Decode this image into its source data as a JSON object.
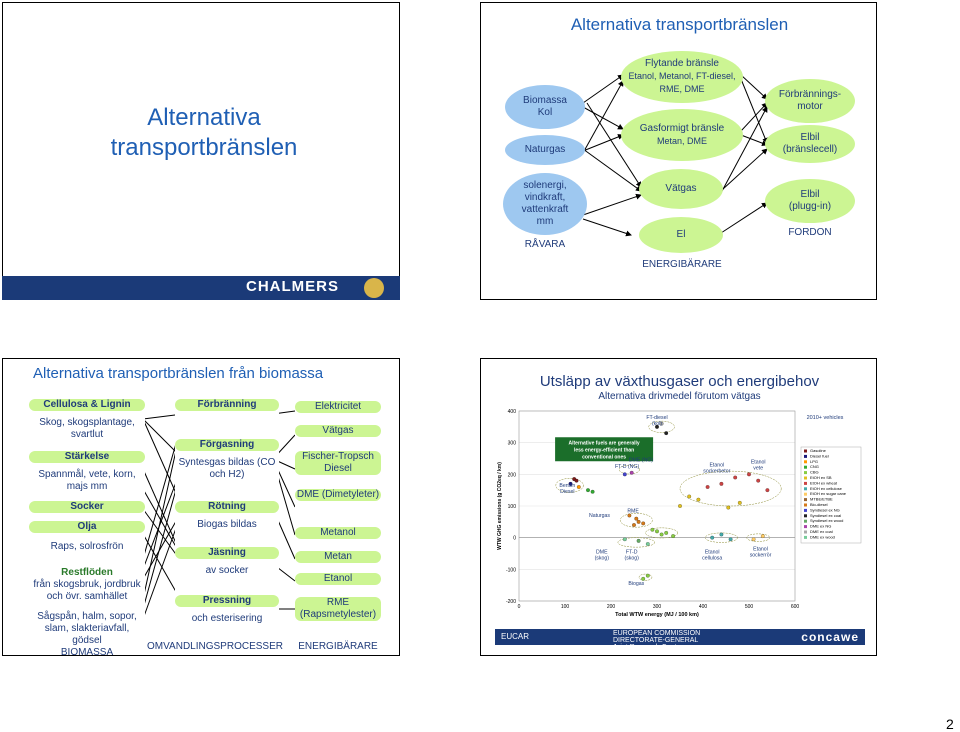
{
  "page_number": "2",
  "slide1": {
    "title": "Alternativa transportbränslen"
  },
  "slide2": {
    "title": "Alternativa transportbränslen",
    "raw": {
      "biomass": "Biomassa\nKol",
      "naturgas": "Naturgas",
      "solar": "solenergi,\nvindkraft,\nvattenkraft\nmm",
      "label": "RÅVARA"
    },
    "carriers": {
      "liquid_title": "Flytande bränsle",
      "liquid_items": "Etanol, Metanol, FT-diesel, RME, DME",
      "gas_title": "Gasformigt bränsle",
      "gas_items": "Metan, DME",
      "vatgas": "Vätgas",
      "el": "El",
      "label": "ENERGIBÄRARE"
    },
    "vehicles": {
      "engine": "Förbrännings-\nmotor",
      "fuelcell": "Elbil\n(bränslecell)",
      "plugin": "Elbil\n(plugg-in)",
      "label": "FORDON"
    },
    "logo_text": "CHALMERS",
    "colors": {
      "green": "#ccf593",
      "blue": "#9ec8f0",
      "title": "#1f5fb4",
      "navy": "#1b3a78"
    }
  },
  "slide3": {
    "title": "Alternativa transportbränslen från biomassa",
    "left": [
      {
        "t": "Cellulosa & Lignin",
        "bold": true
      },
      {
        "t": "Skog, skogsplantage, svartlut",
        "bold": false
      },
      {
        "t": "Stärkelse",
        "bold": true
      },
      {
        "t": "Spannmål, vete, korn, majs mm",
        "bold": false
      },
      {
        "t": "Socker",
        "bold": true
      },
      {
        "t": "Olja",
        "bold": true
      },
      {
        "t": "Raps, solrosfrön",
        "bold": false
      },
      {
        "t": "Restflöden",
        "bold": true
      },
      {
        "t": "från skogsbruk, jordbruk och övr. samhället",
        "bold": false
      },
      {
        "t": "Sågspån, halm, sopor, slam, slakteriavfall, gödsel",
        "bold": false
      }
    ],
    "left_label": "BIOMASSA",
    "middle": [
      {
        "t": "Förbränning",
        "bold": true
      },
      {
        "t": "Förgasning",
        "bold": true
      },
      {
        "t": "Syntesgas bildas (CO och H2)",
        "bold": false
      },
      {
        "t": "Rötning",
        "bold": true
      },
      {
        "t": "Biogas bildas",
        "bold": false
      },
      {
        "t": "Jäsning",
        "bold": true
      },
      {
        "t": "av socker",
        "bold": false
      },
      {
        "t": "Pressning",
        "bold": true
      },
      {
        "t": "och esterisering",
        "bold": false
      }
    ],
    "middle_label": "OMVANDLINGSPROCESSER",
    "right": [
      {
        "t": "Elektricitet"
      },
      {
        "t": "Vätgas"
      },
      {
        "t": "Fischer-Tropsch Diesel"
      },
      {
        "t": "DME (Dimetyleter)"
      },
      {
        "t": "Metanol"
      },
      {
        "t": "Metan"
      },
      {
        "t": "Etanol"
      },
      {
        "t": "RME (Rapsmetylester)"
      }
    ],
    "right_label": "ENERGIBÄRARE"
  },
  "slide4": {
    "title": "Utsläpp av växthusgaser och energibehov",
    "subtitle": "Alternativa drivmedel förutom vätgas",
    "chart_data": {
      "type": "scatter",
      "ylabel": "WTW GHG emissions (g CO2eq / km)",
      "xlabel": "Total WTW energy (MJ / 100 km)",
      "xlim": [
        0,
        600
      ],
      "ylim": [
        -200,
        400
      ],
      "x_ticks": [
        0,
        100,
        200,
        300,
        400,
        500,
        600
      ],
      "y_ticks": [
        -200,
        -100,
        0,
        100,
        200,
        300,
        400
      ],
      "legend_title": "2010+ vehicles",
      "legend": [
        "Gasoline",
        "Diesel fuel",
        "LPG",
        "CNG",
        "CBG",
        "EtOH ex SB",
        "EtOH ex wheat",
        "EtOH ex cellulose",
        "EtOH ex sugar cane",
        "MTBE/ETBE",
        "Bio-diesel",
        "Syndiesel ex NG",
        "Syndiesel ex coal",
        "Syndiesel ex wood",
        "DME ex NG",
        "DME ex coal",
        "DME ex wood"
      ],
      "annotations": [
        {
          "text": "Alternative fuels are generally less energy-efficient than conventional ones",
          "x": 85,
          "y": 295
        },
        {
          "text": "FT-diesel (kol)",
          "x": 300,
          "y": 375
        },
        {
          "text": "DME (NG)",
          "x": 265,
          "y": 240
        },
        {
          "text": "FT-D (NG)",
          "x": 235,
          "y": 220
        },
        {
          "text": "Etanol sockerbetor",
          "x": 430,
          "y": 225
        },
        {
          "text": "Etanol vete",
          "x": 520,
          "y": 235
        },
        {
          "text": "Bensin Diesel",
          "x": 105,
          "y": 160
        },
        {
          "text": "RME",
          "x": 248,
          "y": 80
        },
        {
          "text": "Naturgas",
          "x": 175,
          "y": 65
        },
        {
          "text": "DME (skog)",
          "x": 180,
          "y": -50
        },
        {
          "text": "FT-D (skog)",
          "x": 245,
          "y": -50
        },
        {
          "text": "Etanol cellulosa",
          "x": 420,
          "y": -50
        },
        {
          "text": "Etanol sockerrör",
          "x": 525,
          "y": -40
        },
        {
          "text": "Biogas",
          "x": 255,
          "y": -150
        }
      ],
      "points": [
        {
          "x": 120,
          "y": 185,
          "s": "Gasoline"
        },
        {
          "x": 125,
          "y": 180,
          "s": "Gasoline"
        },
        {
          "x": 112,
          "y": 170,
          "s": "Diesel fuel"
        },
        {
          "x": 130,
          "y": 160,
          "s": "LPG"
        },
        {
          "x": 150,
          "y": 150,
          "s": "CNG"
        },
        {
          "x": 160,
          "y": 145,
          "s": "CNG"
        },
        {
          "x": 230,
          "y": 200,
          "s": "Syndiesel ex NG"
        },
        {
          "x": 245,
          "y": 205,
          "s": "DME ex NG"
        },
        {
          "x": 300,
          "y": 350,
          "s": "Syndiesel ex coal"
        },
        {
          "x": 310,
          "y": 360,
          "s": "DME ex coal"
        },
        {
          "x": 320,
          "y": 330,
          "s": "Syndiesel ex coal"
        },
        {
          "x": 240,
          "y": 70,
          "s": "Bio-diesel"
        },
        {
          "x": 255,
          "y": 60,
          "s": "Bio-diesel"
        },
        {
          "x": 260,
          "y": 50,
          "s": "Bio-diesel"
        },
        {
          "x": 270,
          "y": 45,
          "s": "Bio-diesel"
        },
        {
          "x": 250,
          "y": 40,
          "s": "Bio-diesel"
        },
        {
          "x": 300,
          "y": 20,
          "s": "CBG"
        },
        {
          "x": 310,
          "y": 10,
          "s": "CBG"
        },
        {
          "x": 320,
          "y": 15,
          "s": "CBG"
        },
        {
          "x": 335,
          "y": 5,
          "s": "CBG"
        },
        {
          "x": 290,
          "y": 25,
          "s": "CBG"
        },
        {
          "x": 350,
          "y": 100,
          "s": "EtOH ex SB"
        },
        {
          "x": 370,
          "y": 130,
          "s": "EtOH ex SB"
        },
        {
          "x": 390,
          "y": 120,
          "s": "EtOH ex SB"
        },
        {
          "x": 410,
          "y": 160,
          "s": "EtOH ex wheat"
        },
        {
          "x": 440,
          "y": 170,
          "s": "EtOH ex wheat"
        },
        {
          "x": 470,
          "y": 190,
          "s": "EtOH ex wheat"
        },
        {
          "x": 500,
          "y": 200,
          "s": "EtOH ex wheat"
        },
        {
          "x": 520,
          "y": 180,
          "s": "EtOH ex wheat"
        },
        {
          "x": 540,
          "y": 150,
          "s": "EtOH ex wheat"
        },
        {
          "x": 480,
          "y": 110,
          "s": "EtOH ex SB"
        },
        {
          "x": 455,
          "y": 95,
          "s": "EtOH ex SB"
        },
        {
          "x": 260,
          "y": -10,
          "s": "Syndiesel ex wood"
        },
        {
          "x": 280,
          "y": -20,
          "s": "DME ex wood"
        },
        {
          "x": 230,
          "y": -5,
          "s": "DME ex wood"
        },
        {
          "x": 420,
          "y": 0,
          "s": "EtOH ex cellulose"
        },
        {
          "x": 440,
          "y": 10,
          "s": "EtOH ex cellulose"
        },
        {
          "x": 460,
          "y": -5,
          "s": "EtOH ex cellulose"
        },
        {
          "x": 510,
          "y": -5,
          "s": "EtOH ex sugar cane"
        },
        {
          "x": 530,
          "y": 5,
          "s": "EtOH ex sugar cane"
        },
        {
          "x": 270,
          "y": -130,
          "s": "CBG"
        },
        {
          "x": 280,
          "y": -120,
          "s": "CBG"
        }
      ]
    },
    "footer": {
      "eucar": "EUCAR",
      "jrc": "EUROPEAN COMMISSION\nDIRECTORATE-GENERAL\nJoint Research Centre",
      "concawe": "concawe"
    }
  }
}
